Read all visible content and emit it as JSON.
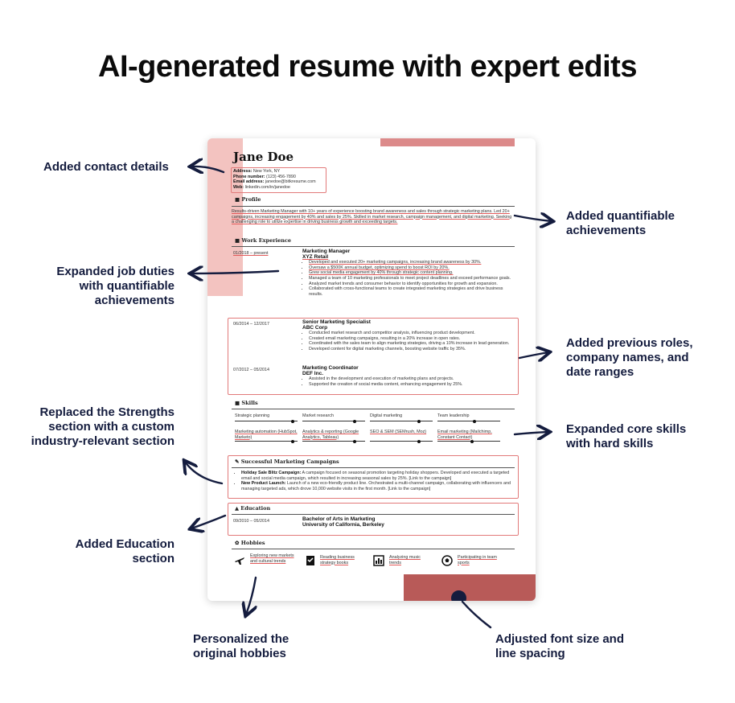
{
  "title": "AI-generated resume with expert edits",
  "callouts": {
    "contact": "Added contact details",
    "duties": "Expanded job duties with quantifiable achievements",
    "strengths": "Replaced the Strengths section with a custom industry-relevant section",
    "education": "Added Education section",
    "hobbies": "Personalized the original hobbies",
    "font": "Adjusted font size and line spacing",
    "quant": "Added quantifiable achievements",
    "roles": "Added previous roles, company names, and date ranges",
    "skills": "Expanded core skills with hard skills"
  },
  "resume": {
    "name": "Jane Doe",
    "contact": [
      {
        "label": "Address:",
        "value": "New York, NY"
      },
      {
        "label": "Phone number:",
        "value": "(123) 456-7890"
      },
      {
        "label": "Email address:",
        "value": "janedoe@bitkresume.com"
      },
      {
        "label": "Web:",
        "value": "linkedin.com/in/janedoe"
      }
    ],
    "profile_title": "Profile",
    "profile_text": "Results-driven Marketing Manager with 10+ years of experience boosting brand awareness and sales through strategic marketing plans. Led 20+ campaigns, increasing engagement by 40% and sales by 25%. Skilled in market research, campaign management, and digital marketing. Seeking a challenging role to utilize expertise in driving business growth and exceeding targets.",
    "work_title": "Work Experience",
    "jobs": [
      {
        "dates": "01/2018 – present",
        "title": "Marketing Manager",
        "company": "XYZ Retail",
        "bullets": [
          "Developed and executed 20+ marketing campaigns, increasing brand awareness by 30%.",
          "Oversaw a $500K annual budget, optimizing spend to boost ROI by 20%.",
          "Grew social media engagement by 40% through strategic content planning.",
          "Managed a team of 10 marketing professionals to meet project deadlines and exceed performance goals.",
          "Analyzed market trends and consumer behavior to identify opportunities for growth and expansion.",
          "Collaborated with cross-functional teams to create integrated marketing strategies and drive business results."
        ]
      },
      {
        "dates": "06/2014 – 12/2017",
        "title": "Senior Marketing Specialist",
        "company": "ABC Corp",
        "bullets": [
          "Conducted market research and competitor analysis, influencing product development.",
          "Created email marketing campaigns, resulting in a 20% increase in open rates.",
          "Coordinated with the sales team to align marketing strategies, driving a 10% increase in lead generation.",
          "Developed content for digital marketing channels, boosting website traffic by 35%."
        ]
      },
      {
        "dates": "07/2012 – 05/2014",
        "title": "Marketing Coordinator",
        "company": "DEF Inc.",
        "bullets": [
          "Assisted in the development and execution of marketing plans and projects.",
          "Supported the creation of social media content, enhancing engagement by 25%."
        ]
      }
    ],
    "skills_title": "Skills",
    "skills": [
      {
        "name": "Strategic planning",
        "level": 0.95
      },
      {
        "name": "Market research",
        "level": 0.85
      },
      {
        "name": "Digital marketing",
        "level": 0.8
      },
      {
        "name": "Team leadership",
        "level": 0.6
      },
      {
        "name": "Marketing automation (HubSpot, Marketo)",
        "level": 0.95
      },
      {
        "name": "Analytics & reporting (Google Analytics, Tableau)",
        "level": 0.85
      },
      {
        "name": "SEO & SEM (SEMrush, Moz)",
        "level": 0.8
      },
      {
        "name": "Email marketing (Mailchimp, Constant Contact)",
        "level": 0.55
      }
    ],
    "campaigns_title": "Successful Marketing Campaigns",
    "campaigns": [
      {
        "name": "Holiday Sale Blitz Campaign:",
        "text": "A campaign focused on seasonal promotion targeting holiday shoppers. Developed and executed a targeted email and social media campaign, which resulted in increasing seasonal sales by 25%. [Link to the campaign]"
      },
      {
        "name": "New Product Launch:",
        "text": "Launch of a new eco-friendly product line. Orchestrated a multi-channel campaign, collaborating with influencers and managing targeted ads, which drove 10,000 website visits in the first month. [Link to the campaign]"
      }
    ],
    "education_title": "Education",
    "education": {
      "dates": "09/2010 – 05/2014",
      "degree": "Bachelor of Arts in Marketing",
      "school": "University of California, Berkeley"
    },
    "hobbies_title": "Hobbies",
    "hobbies": [
      {
        "icon": "airplane-icon",
        "text": "Exploring new markets and cultural trends"
      },
      {
        "icon": "bookmark-icon",
        "text": "Reading business strategy books"
      },
      {
        "icon": "chart-icon",
        "text": "Analyzing music trends"
      },
      {
        "icon": "soccer-ball-icon",
        "text": "Participating in team sports"
      }
    ]
  },
  "colors": {
    "accent": "#e27a7a",
    "pink": "#f3c3c0",
    "dark_red": "#b85a58",
    "navy": "#141c3e"
  }
}
